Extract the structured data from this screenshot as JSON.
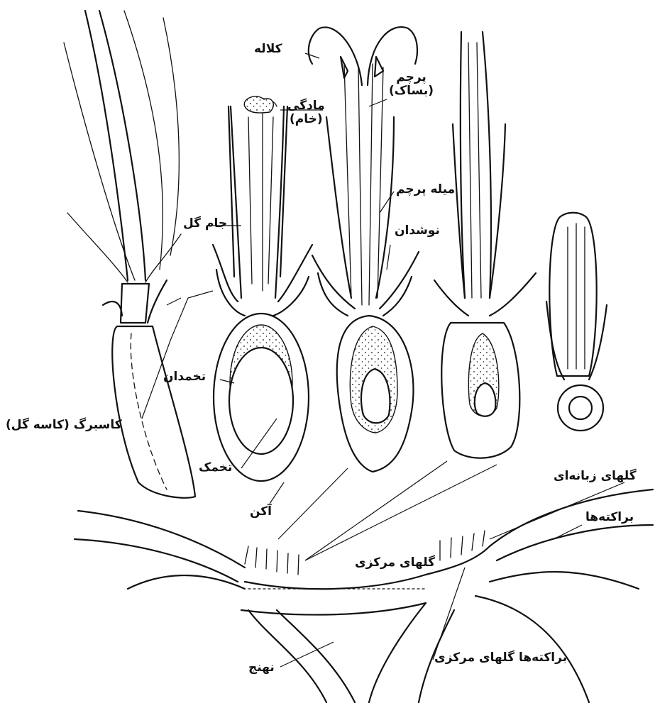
{
  "labels": {
    "stigma": "کلاله",
    "stamen_anther": "پرچم\n(بساک)",
    "pistil_style": "مادگی\n(خام)",
    "filament": "میله پرچم",
    "nectary": "نوشدان",
    "corolla": "جام گل",
    "ovary": "تخمدان",
    "sepal": "کاسبرگ (کاسه گل)",
    "ovule": "تخمک",
    "achene": "آکن",
    "ray_florets": "گلهای زبانه‌ای",
    "bracts": "براکته‌ها",
    "disc_florets": "گلهای مرکزی",
    "disc_floret_bracts": "براکته‌ها گلهای مرکزی",
    "receptacle": "نهنج"
  },
  "colors": {
    "ink": "#111111",
    "background": "#ffffff"
  }
}
